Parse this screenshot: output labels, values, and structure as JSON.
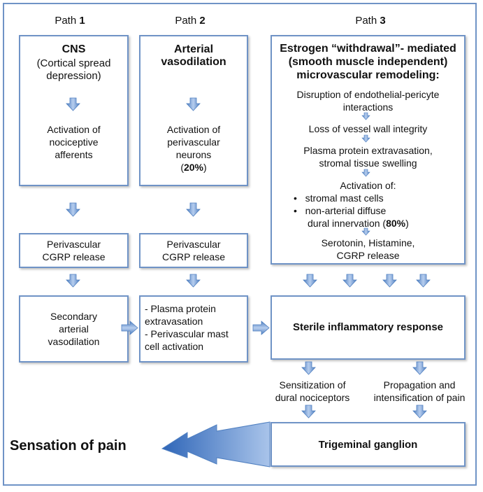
{
  "headers": {
    "path1": {
      "word": "Path",
      "num": "1"
    },
    "path2": {
      "word": "Path",
      "num": "2"
    },
    "path3": {
      "word": "Path",
      "num": "3"
    }
  },
  "path1": {
    "title": "CNS",
    "subtitle_l1": "(Cortical spread",
    "subtitle_l2": "depression)",
    "step_l1": "Activation of",
    "step_l2": "nociceptive",
    "step_l3": "afferents",
    "release_l1": "Perivascular",
    "release_l2": "CGRP release",
    "secondary_l1": "Secondary",
    "secondary_l2": "arterial",
    "secondary_l3": "vasodilation"
  },
  "path2": {
    "title_l1": "Arterial",
    "title_l2": "vasodilation",
    "step_l1": "Activation of",
    "step_l2": "perivascular",
    "step_l3": "neurons",
    "pct_open": "(",
    "pct": "20%",
    "pct_close": ")",
    "release_l1": "Perivascular",
    "release_l2": "CGRP release",
    "effects_l1": "- Plasma protein",
    "effects_l2": "extravasation",
    "effects_l3": "- Perivascular mast",
    "effects_l4": "cell activation"
  },
  "path3": {
    "title_l1": "Estrogen “withdrawal”- mediated",
    "title_l2": "(smooth muscle independent)",
    "title_l3": "microvascular remodeling:",
    "s1_l1": "Disruption of endothelial-pericyte",
    "s1_l2": "interactions",
    "s2": "Loss of vessel wall integrity",
    "s3_l1": "Plasma protein extravasation,",
    "s3_l2": "stromal tissue swelling",
    "s4": "Activation of:",
    "bullet1": "stromal mast cells",
    "bullet2": "non-arterial diffuse",
    "bullet2b": "dural innervation (",
    "pct": "80%",
    "pct_close": ")",
    "s5_l1": "Serotonin, Histamine,",
    "s5_l2": "CGRP release"
  },
  "sterile": "Sterile inflammatory response",
  "sensitization_l1": "Sensitization of",
  "sensitization_l2": "dural nociceptors",
  "propagation_l1": "Propagation and",
  "propagation_l2": "intensification of pain",
  "trigeminal": "Trigeminal ganglion",
  "sensation": "Sensation of pain",
  "colors": {
    "border": "#6f93c6",
    "arrow_light": "#a9c4ea",
    "arrow_dark": "#4f7fc0"
  }
}
